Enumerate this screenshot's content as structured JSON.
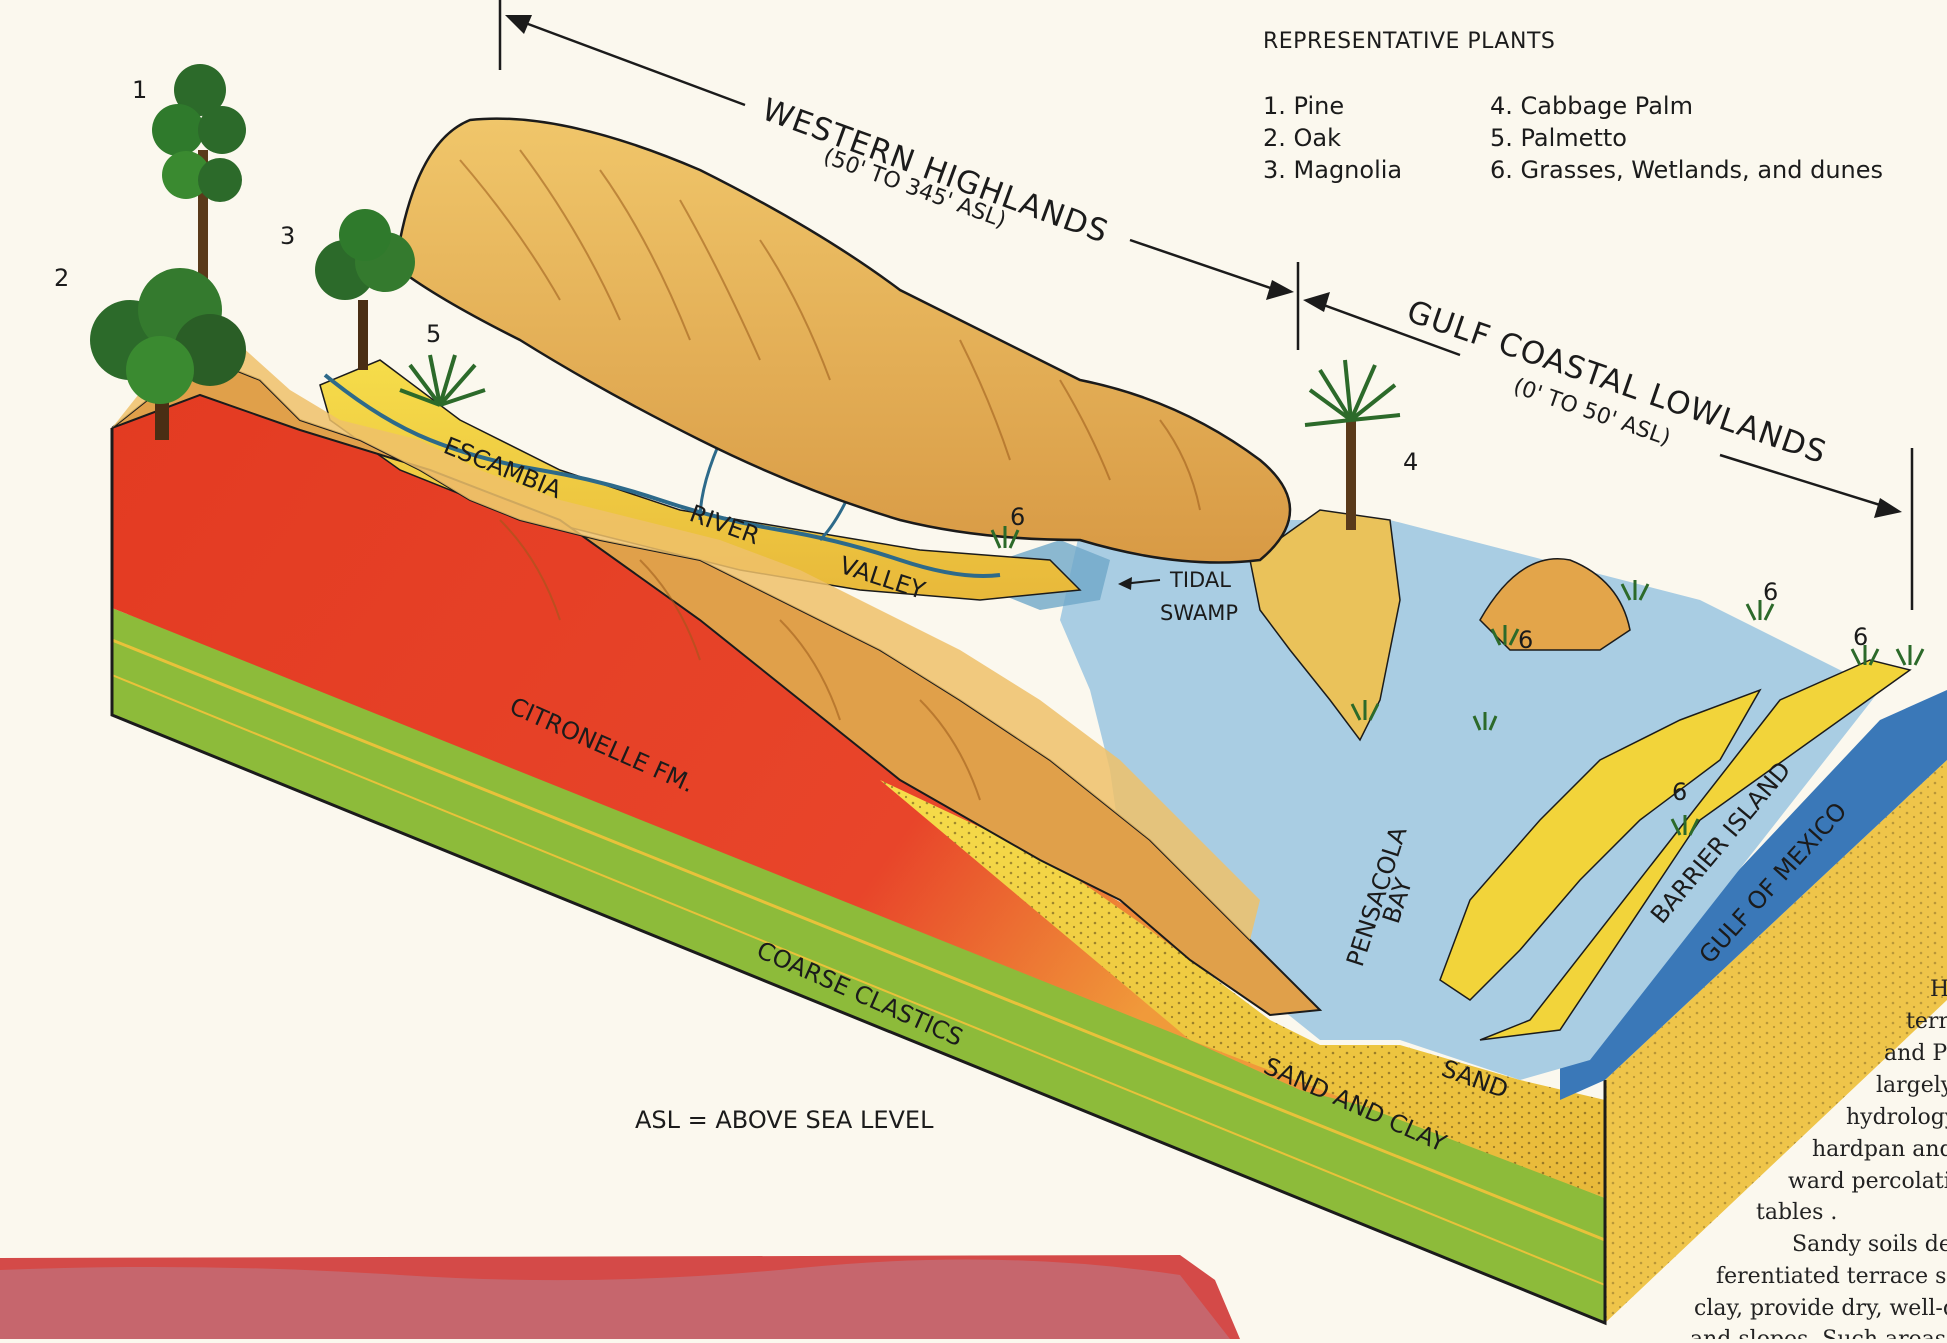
{
  "legend": {
    "title": "REPRESENTATIVE PLANTS",
    "items": [
      "1. Pine",
      "2. Oak",
      "3. Magnolia",
      "4. Cabbage Palm",
      "5. Palmetto",
      "6. Grasses, Wetlands, and dunes"
    ]
  },
  "regions": {
    "highlands": {
      "name": "WESTERN HIGHLANDS",
      "elevation": "(50' TO 345' ASL)"
    },
    "lowlands": {
      "name": "GULF COASTAL LOWLANDS",
      "elevation": "(0' TO 50' ASL)"
    }
  },
  "labels": {
    "river_1": "ESCAMBIA",
    "river_2": "RIVER",
    "river_3": "VALLEY",
    "swamp_1": "TIDAL",
    "swamp_2": "SWAMP",
    "formation": "CITRONELLE FM.",
    "coarse": "COARSE CLASTICS",
    "sand_clay": "SAND AND CLAY",
    "sand": "SAND",
    "bay_1": "PENSACOLA",
    "bay_2": "BAY",
    "barrier": "BARRIER ISLAND",
    "gulf": "GULF OF MEXICO",
    "asl_note": "ASL = ABOVE SEA LEVEL"
  },
  "plant_numbers": {
    "pine": "1",
    "oak": "2",
    "magnolia": "3",
    "cabbage_palm": "4",
    "palmetto": "5",
    "grass_a": "6",
    "grass_b": "6",
    "grass_c": "6",
    "grass_d": "6",
    "grass_e": "6"
  },
  "body_text_lines": [
    "H",
    "terr",
    "and P",
    "largely",
    "hydrology",
    "hardpan and",
    "ward  percolati",
    "tables .",
    "Sandy soils de",
    "ferentiated terrace sa",
    "clay, provide dry, well-d",
    "and slopes. Such areas"
  ],
  "colors": {
    "paper": "#fbf8ee",
    "citronelle_red": "#e33b22",
    "coarse_green": "#8dbb3a",
    "sand_yellow": "#f2d43a",
    "hill_tan": "#e7b556",
    "water_blue": "#a9cde3",
    "deep_blue": "#3a78b8",
    "ink": "#1b1b1b"
  }
}
